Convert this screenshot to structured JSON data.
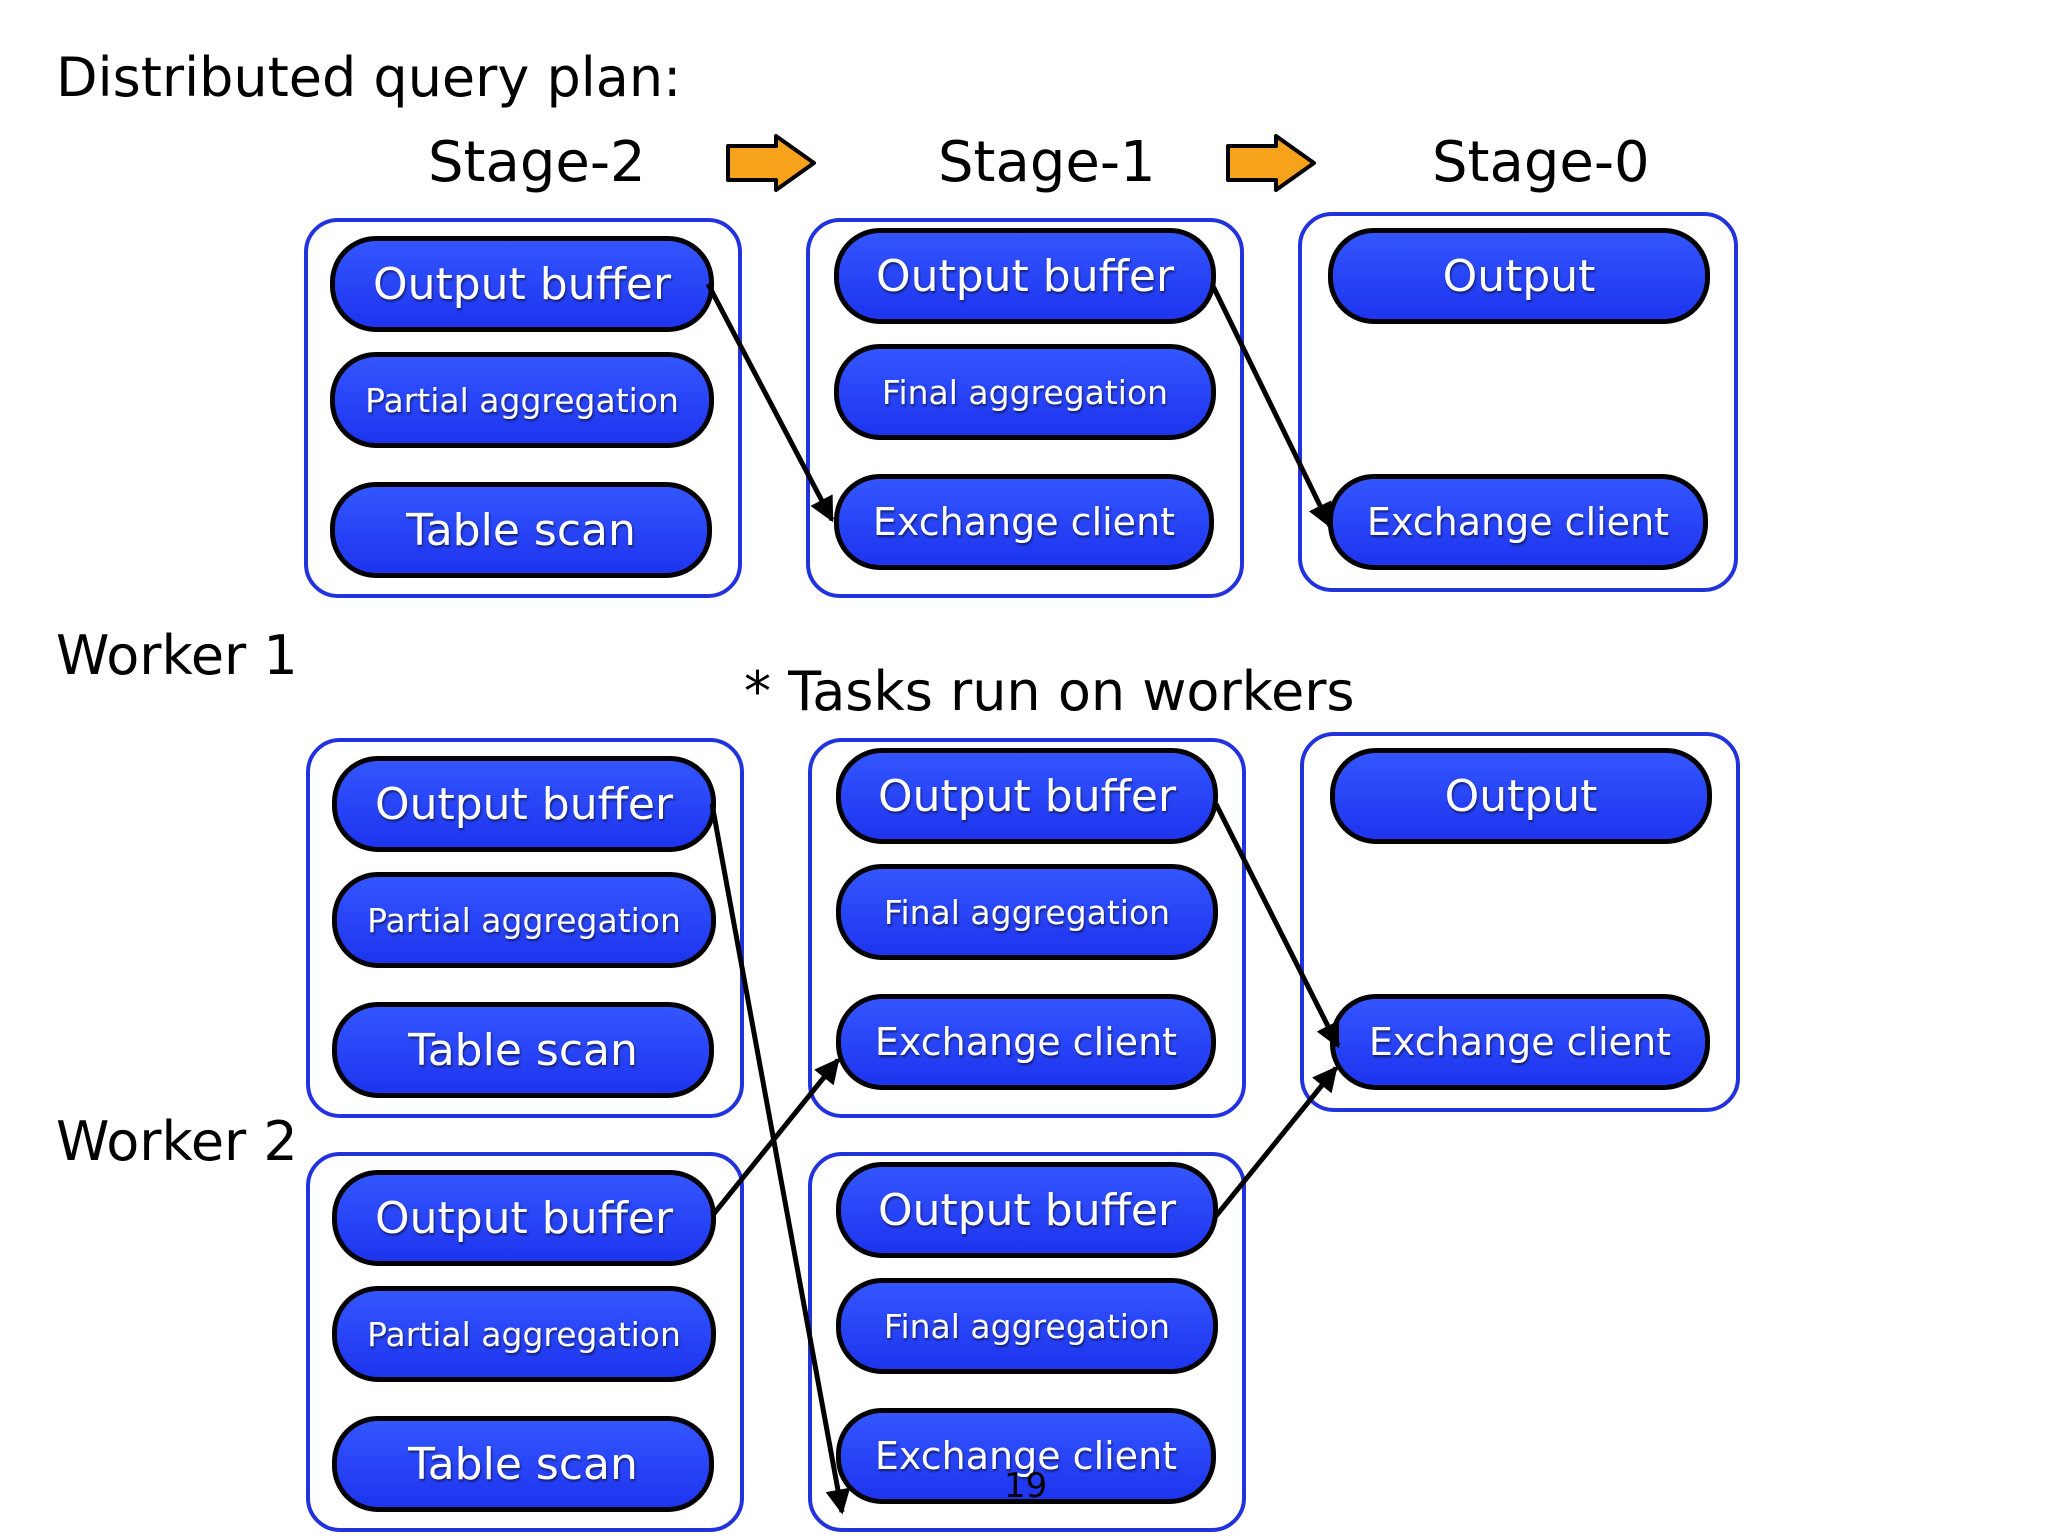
{
  "title": "Distributed query plan:",
  "stages": {
    "stage2": "Stage-2",
    "stage1": "Stage-1",
    "stage0": "Stage-0"
  },
  "workers": {
    "worker1": "Worker 1",
    "worker2": "Worker 2"
  },
  "note": "* Tasks run on workers",
  "page_number": "19",
  "operators": {
    "output_buffer": "Output buffer",
    "partial_aggregation": "Partial aggregation",
    "table_scan": "Table scan",
    "final_aggregation": "Final aggregation",
    "exchange_client": "Exchange client",
    "output": "Output"
  },
  "colors": {
    "pill_fill": "#2a45f5",
    "group_border": "#2233dd",
    "stage_arrow": "#f7a21b"
  }
}
